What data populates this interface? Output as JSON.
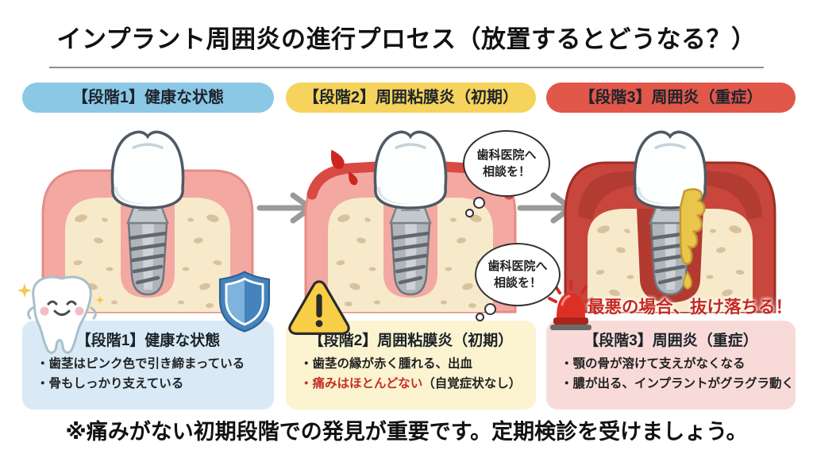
{
  "title": "インプラント周囲炎の進行プロセス（放置するとどうなる？）",
  "footer": "※痛みがない初期段階での発見が重要です。定期検診を受けましょう。",
  "stages": [
    {
      "header": "【段階1】健康な状態",
      "box_title": "【段階1】健康な状態",
      "bullets": [
        "・歯茎はピンク色で引き締まっている",
        "・骨もしっかり支えている"
      ]
    },
    {
      "header": "【段階2】周囲粘膜炎（初期）",
      "box_title": "【段階2】周囲粘膜炎（初期）",
      "bullets": [
        "・歯茎の縁が赤く腫れる、出血"
      ],
      "bullet_highlight": "・痛みはほとんどない",
      "bullet_highlight_suffix": "（自覚症状なし）"
    },
    {
      "header": "【段階3】周囲炎（重症）",
      "box_title": "【段階3】周囲炎（重症）",
      "bullets": [
        "・顎の骨が溶けて支えがなくなる",
        "・膿が出る、インプラントがグラグラ動く"
      ],
      "alert": "最悪の場合、抜け落ちる！"
    }
  ],
  "bubble": {
    "line1": "歯科医院へ",
    "line2": "相談を！"
  },
  "icons": {
    "stage1": [
      "tooth-mascot-icon",
      "shield-icon"
    ],
    "stage2": [
      "warning-triangle-icon",
      "thought-bubble",
      "blood-drops"
    ],
    "stage3": [
      "siren-icon",
      "pus-drip"
    ],
    "between_stages": "right-arrow-icon"
  },
  "colors": {
    "stage1_accent": "#8bc8e6",
    "stage2_accent": "#f6d35c",
    "stage3_accent": "#e15749",
    "stage1_box": "#d9eaf6",
    "stage2_box": "#fcf3d0",
    "stage3_box": "#f8dbd8",
    "alert_red": "#c42a24",
    "highlight_red": "#c43027",
    "arrow_gray": "#9a9a9a",
    "gum_pink": "#f4a8a2",
    "gum_inflamed": "#d84a42",
    "gum_severe": "#c8463c",
    "bone_cream": "#f7eacb",
    "pus_yellow": "#e9c64b"
  }
}
